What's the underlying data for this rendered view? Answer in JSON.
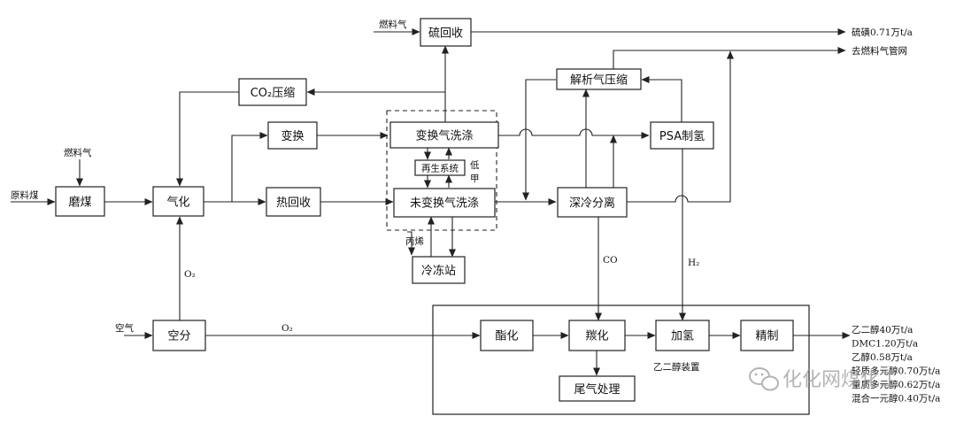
{
  "units": {
    "mill": "磨煤",
    "gasify": "气化",
    "shift": "变换",
    "heat_recovery": "热回收",
    "co2_comp": "CO₂压缩",
    "shift_wash": "变换气洗涤",
    "regen": "再生系统",
    "unshift_wash": "未变换气洗涤",
    "refrig": "冷冻站",
    "s_recovery": "硫回收",
    "desorb_comp": "解析气压缩",
    "psa": "PSA制氢",
    "cryo": "深冷分离",
    "asu": "空分",
    "esterify": "酯化",
    "carbonyl": "羰化",
    "hydrogenate": "加氢",
    "refine": "精制",
    "tail_gas": "尾气处理"
  },
  "labels": {
    "raw_coal": "原料煤",
    "fuel_gas_top": "燃料气",
    "fuel_gas_left": "燃料气",
    "air": "空气",
    "o2_vertical": "O₂",
    "o2_horizontal": "O₂",
    "low_methanol": "低甲",
    "propylene": "丙烯",
    "co": "CO",
    "h2": "H₂",
    "eg_unit": "乙二醇装置"
  },
  "outputs": {
    "sulfur": "硫磺0.71万t/a",
    "fuel_network": "去燃料气管网",
    "products": [
      "乙二醇40万t/a",
      "DMC1.20万t/a",
      "乙醇0.58万t/a",
      "轻质多元醇0.70万t/a",
      "重质多元醇0.62万t/a",
      "混合一元醇0.40万t/a"
    ]
  },
  "watermark": "化化网煤化工"
}
